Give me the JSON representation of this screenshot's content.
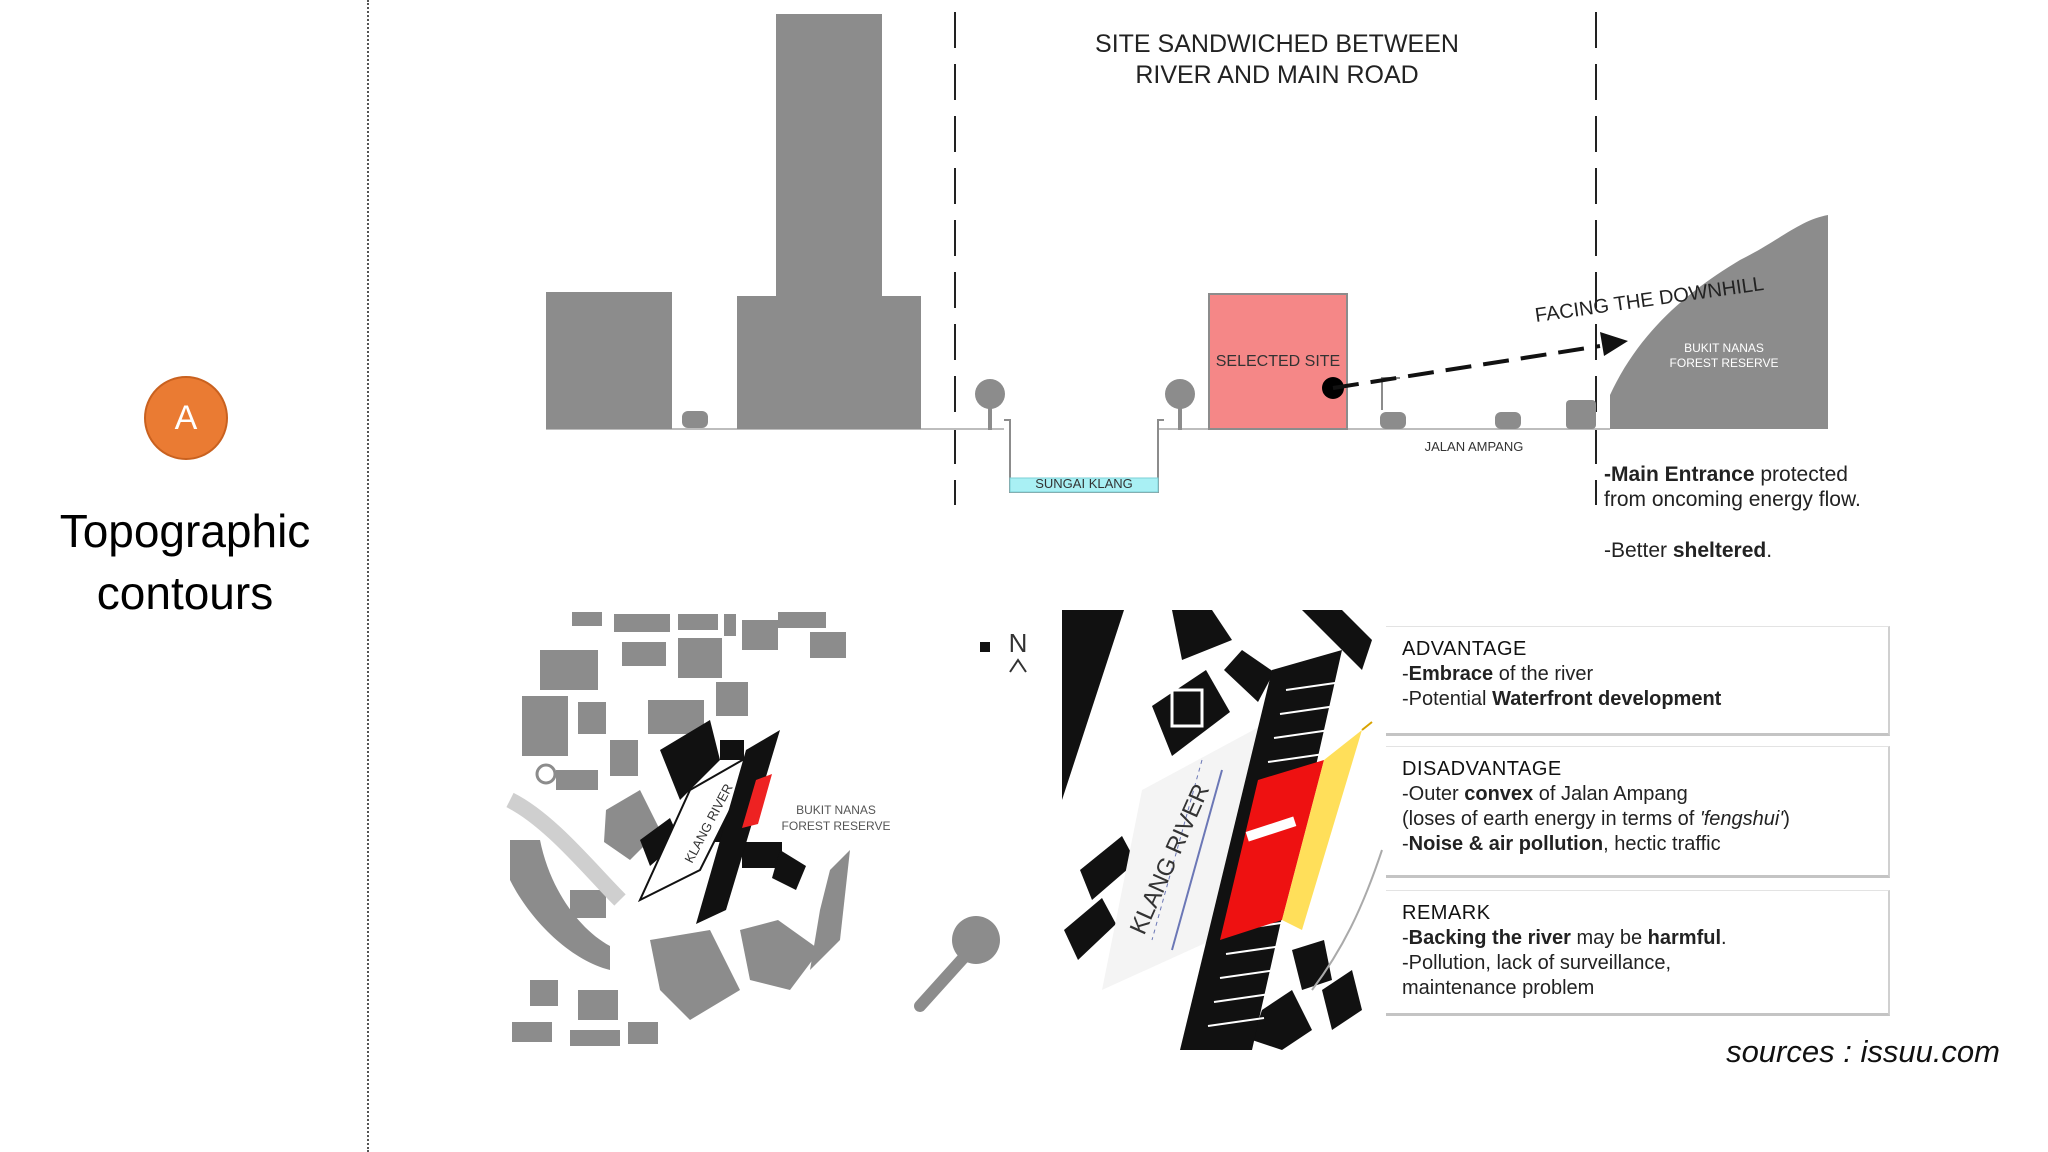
{
  "badge": {
    "letter": "A",
    "color": "#ea7b33"
  },
  "side_title": {
    "line1": "Topographic",
    "line2": "contours"
  },
  "section": {
    "title_line1": "SITE SANDWICHED BETWEEN",
    "title_line2": "RIVER AND MAIN ROAD",
    "selected_site": "SELECTED SITE",
    "river_label": "SUNGAI KLANG",
    "road_label": "JALAN AMPANG",
    "arrow_label": "FACING THE DOWNHILL",
    "hill_label_line1": "BUKIT NANAS",
    "hill_label_line2": "FOREST RESERVE",
    "site_color": "#f58787",
    "river_color": "#a9f0f4"
  },
  "section_notes": {
    "note1_bold": "-Main Entrance",
    "note1_rest": " protected",
    "note1_line2": "from oncoming energy flow.",
    "note2_pre": "-Better ",
    "note2_bold": "sheltered",
    "note2_post": "."
  },
  "map1": {
    "river_label": "KLANG RIVER",
    "forest_line1": "BUKIT NANAS",
    "forest_line2": "FOREST RESERVE",
    "north_label": "N"
  },
  "map2": {
    "river_label": "KLANG RIVER"
  },
  "advantage": {
    "heading": "ADVANTAGE",
    "l1_pre": "-",
    "l1_bold": "Embrace",
    "l1_post": " of the river",
    "l2_pre": "-Potential ",
    "l2_bold": "Waterfront development",
    "l2_post": ""
  },
  "disadvantage": {
    "heading": "DISADVANTAGE",
    "l1_pre": "-Outer ",
    "l1_bold": "convex",
    "l1_post": " of Jalan Ampang",
    "l2_pre": " (loses of earth energy in terms of ",
    "l2_italic": "'fengshui'",
    "l2_post": ")",
    "l3_pre": "-",
    "l3_bold": "Noise & air pollution",
    "l3_post": ", hectic traffic"
  },
  "remark": {
    "heading": "REMARK",
    "l1_pre": "-",
    "l1_bold": "Backing the river",
    "l1_mid": " may be ",
    "l1_bold2": "harmful",
    "l1_post": ".",
    "l2": "-Pollution, lack of surveillance,",
    "l3": " maintenance problem"
  },
  "sources": "sources : issuu.com"
}
